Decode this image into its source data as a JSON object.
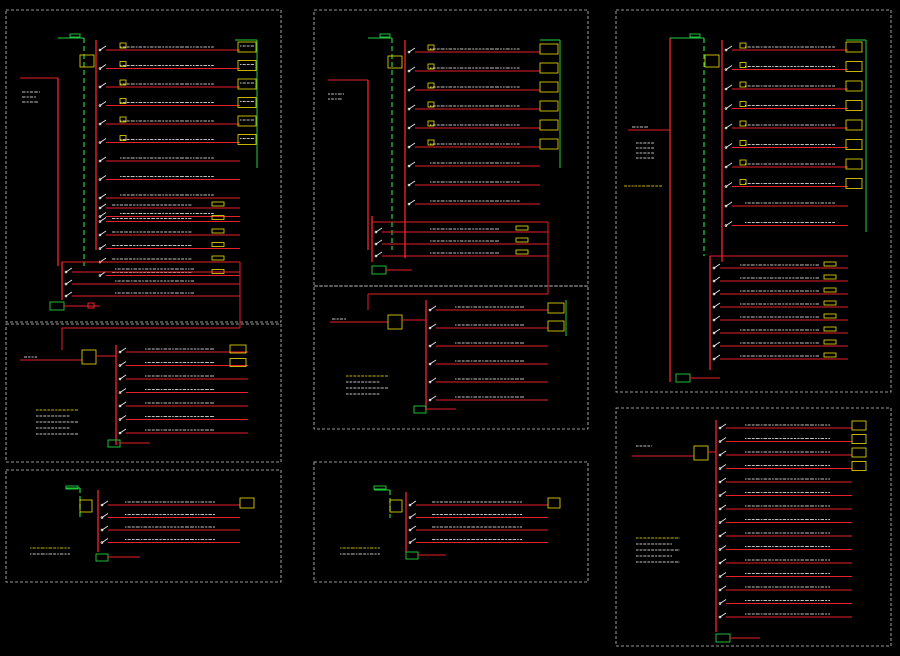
{
  "colors": {
    "background": "#000000",
    "bus": "#e8202a",
    "green": "#22d040",
    "yellow": "#f2e000",
    "white": "#f0f0f0",
    "frame": "#c8c8c8"
  },
  "panels": [
    {
      "id": "p1",
      "kind": "main",
      "feeders": 10,
      "green_branches": 6,
      "extra_feeders": 6,
      "label_lines": 3
    },
    {
      "id": "p2",
      "kind": "sub",
      "feeders": 7,
      "green_branches": 0,
      "extra_feeders": 0,
      "label_lines": 5
    },
    {
      "id": "p3",
      "kind": "small",
      "feeders": 4,
      "green_branches": 1,
      "extra_feeders": 0,
      "label_lines": 2
    },
    {
      "id": "p4",
      "kind": "main",
      "feeders": 9,
      "green_branches": 6,
      "extra_feeders": 3,
      "label_lines": 3
    },
    {
      "id": "p5",
      "kind": "sub",
      "feeders": 6,
      "green_branches": 1,
      "extra_feeders": 0,
      "label_lines": 4
    },
    {
      "id": "p6",
      "kind": "small",
      "feeders": 4,
      "green_branches": 1,
      "extra_feeders": 0,
      "label_lines": 2
    },
    {
      "id": "p7",
      "kind": "main",
      "feeders": 18,
      "green_branches": 8,
      "extra_feeders": 0,
      "label_lines": 4
    },
    {
      "id": "p8",
      "kind": "sub",
      "feeders": 15,
      "green_branches": 4,
      "extra_feeders": 0,
      "label_lines": 5
    }
  ]
}
